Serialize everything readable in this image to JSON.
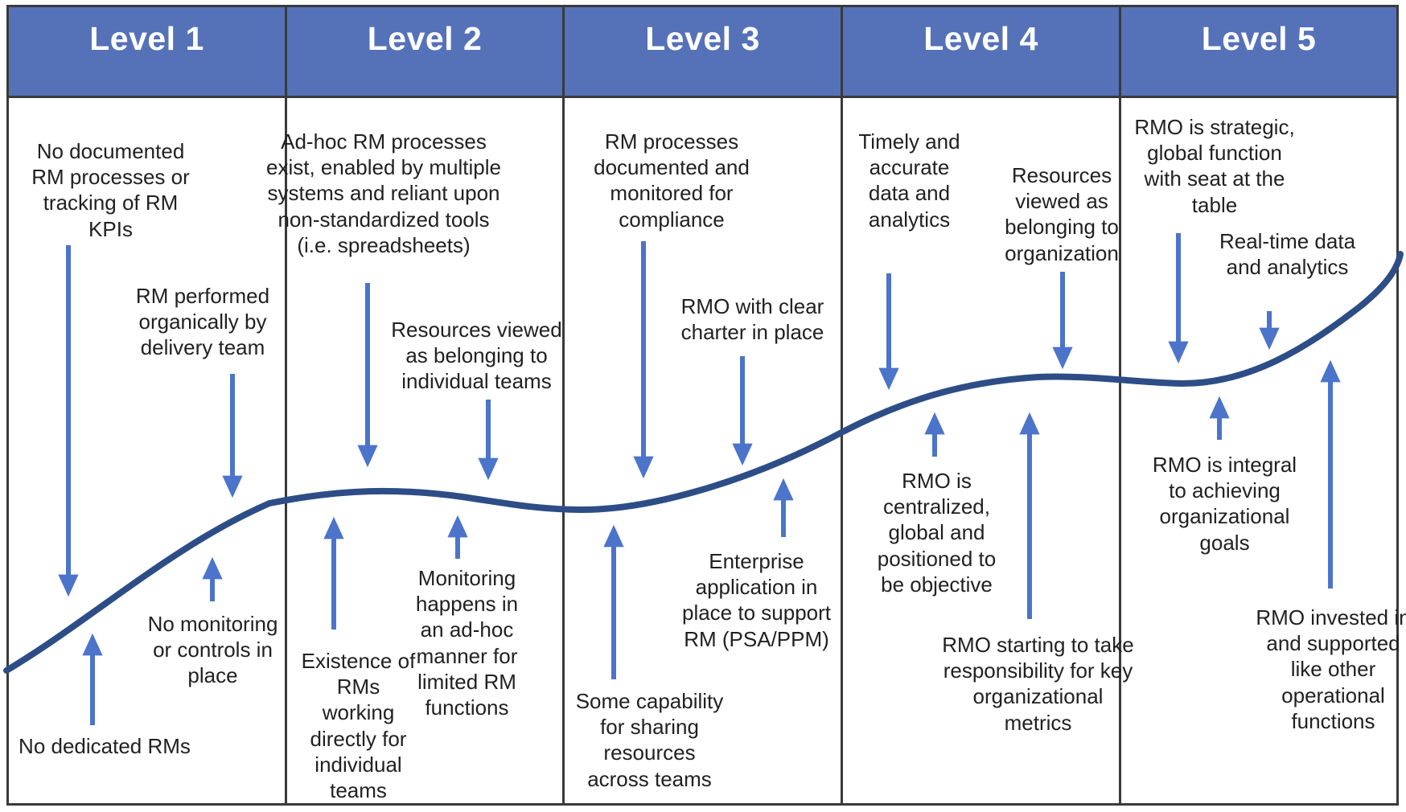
{
  "colors": {
    "header_bg": "#5571b8",
    "arrow": "#4b74ca",
    "curve": "#2d4d87",
    "border": "#3a3a3a",
    "text": "#212121",
    "header_text": "#ffffff"
  },
  "levels": [
    {
      "label": "Level 1",
      "annotations": [
        {
          "text": "No documented\nRM processes or\ntracking of RM\nKPIs",
          "arrow": "down"
        },
        {
          "text": "RM performed\norganically by\ndelivery team",
          "arrow": "down"
        },
        {
          "text": "No monitoring\nor controls in\nplace",
          "arrow": "up"
        },
        {
          "text": "No dedicated RMs",
          "arrow": "up"
        }
      ]
    },
    {
      "label": "Level 2",
      "annotations": [
        {
          "text": "Ad-hoc RM processes\nexist, enabled by multiple\nsystems and reliant upon\nnon-standardized tools\n(i.e. spreadsheets)",
          "arrow": "down"
        },
        {
          "text": "Resources viewed\nas belonging to\nindividual teams",
          "arrow": "down"
        },
        {
          "text": "Existence of\nRMs\nworking\ndirectly for\nindividual\nteams",
          "arrow": "up"
        },
        {
          "text": "Monitoring\nhappens in\nan ad-hoc\nmanner for\nlimited RM\nfunctions",
          "arrow": "up"
        }
      ]
    },
    {
      "label": "Level 3",
      "annotations": [
        {
          "text": "RM processes\ndocumented and\nmonitored for\ncompliance",
          "arrow": "down"
        },
        {
          "text": "RMO with clear\ncharter in place",
          "arrow": "down"
        },
        {
          "text": "Some capability\nfor sharing\nresources\nacross teams",
          "arrow": "up"
        },
        {
          "text": "Enterprise\napplication in\nplace to support\nRM (PSA/PPM)",
          "arrow": "up"
        }
      ]
    },
    {
      "label": "Level 4",
      "annotations": [
        {
          "text": "Timely and\naccurate\ndata and\nanalytics",
          "arrow": "down"
        },
        {
          "text": "Resources\nviewed as\nbelonging to\norganization",
          "arrow": "down"
        },
        {
          "text": "RMO is\ncentralized,\nglobal and\npositioned to\nbe objective",
          "arrow": "up"
        },
        {
          "text": "RMO starting to take\nresponsibility for key\norganizational\nmetrics",
          "arrow": "up"
        }
      ]
    },
    {
      "label": "Level 5",
      "annotations": [
        {
          "text": "RMO is strategic,\nglobal function\nwith seat at the\ntable",
          "arrow": "down"
        },
        {
          "text": "Real-time data\nand analytics",
          "arrow": "down"
        },
        {
          "text": "RMO is integral\nto achieving\norganizational\ngoals",
          "arrow": "up"
        },
        {
          "text": "RMO invested in\nand supported\nlike other\noperational\nfunctions",
          "arrow": "up"
        }
      ]
    }
  ]
}
